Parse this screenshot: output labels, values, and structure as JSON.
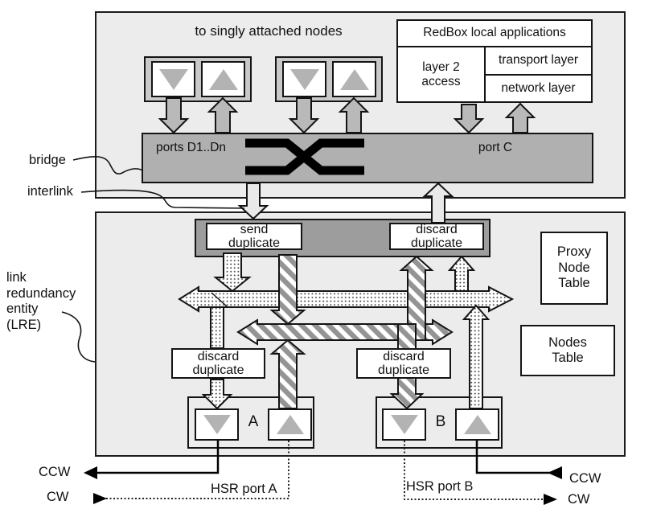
{
  "top": {
    "singly_attached_label": "to singly attached nodes",
    "apps": {
      "title": "RedBox local applications",
      "layer2_access": "layer 2\naccess",
      "transport_layer": "transport layer",
      "network_layer": "network layer"
    },
    "bar": {
      "ports_d": "ports D1..Dn",
      "port_c": "port C"
    }
  },
  "side": {
    "bridge": "bridge",
    "interlink": "interlink",
    "lre": "link\nredundancy\nentity\n(LRE)"
  },
  "lre": {
    "send_duplicate": "send\nduplicate",
    "discard_duplicate_top": "discard\nduplicate",
    "discard_duplicate_a": "discard\nduplicate",
    "discard_duplicate_b": "discard\nduplicate",
    "proxy_node_table": "Proxy\nNode\nTable",
    "nodes_table": "Nodes\nTable",
    "port_a_label": "A",
    "port_b_label": "B"
  },
  "bottom": {
    "ccw_left": "CCW",
    "cw_left": "CW",
    "ccw_right": "CCW",
    "cw_right": "CW",
    "hsr_port_a": "HSR port A",
    "hsr_port_b": "HSR port B"
  },
  "colors": {
    "panel_bg": "#ececec",
    "bridge_bar": "#b0b0b0",
    "duplicate_bar": "#9d9d9d",
    "port_group": "#c9c9c9",
    "arrow_gray": "#b9b9b9",
    "triangle_gray": "#b3b3b3",
    "hatch_gray": "#949494",
    "outline": "#141414"
  }
}
